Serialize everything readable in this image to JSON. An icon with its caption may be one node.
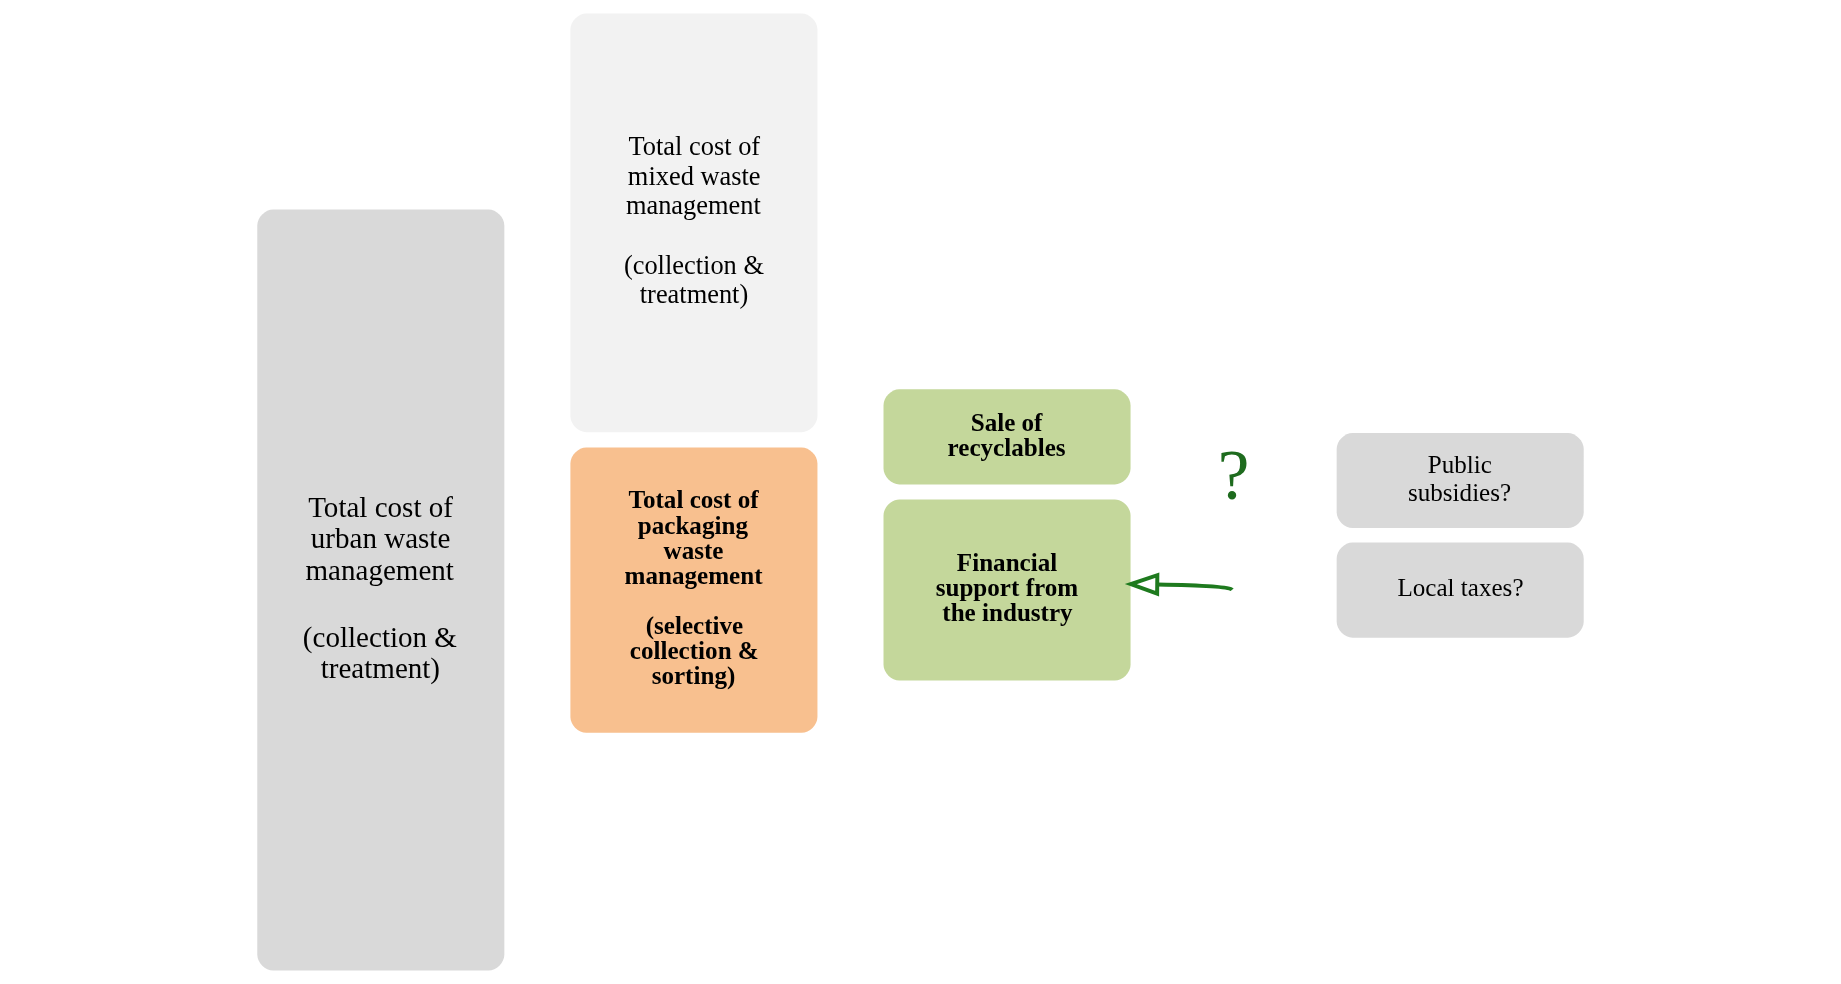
{
  "diagram": {
    "nodes": [
      {
        "text": [
          "Total cost of urban waste management",
          "(collection & treatment)"
        ]
      },
      {
        "text": [
          "Total cost of mixed waste management",
          "(collection & treatment)"
        ]
      },
      {
        "text": [
          "Total cost of packaging waste management",
          "(selective collection & sorting)"
        ]
      },
      {
        "text": [
          "Sale of recyclables"
        ]
      },
      {
        "text": [
          "Financial support from the industry"
        ]
      },
      {
        "text": [
          "Public subsidies?"
        ]
      },
      {
        "text": [
          "Local taxes?"
        ]
      }
    ],
    "edges": [
      {
        "from": null,
        "to": 4,
        "arrow": "to"
      }
    ],
    "labels": [
      "?"
    ]
  }
}
